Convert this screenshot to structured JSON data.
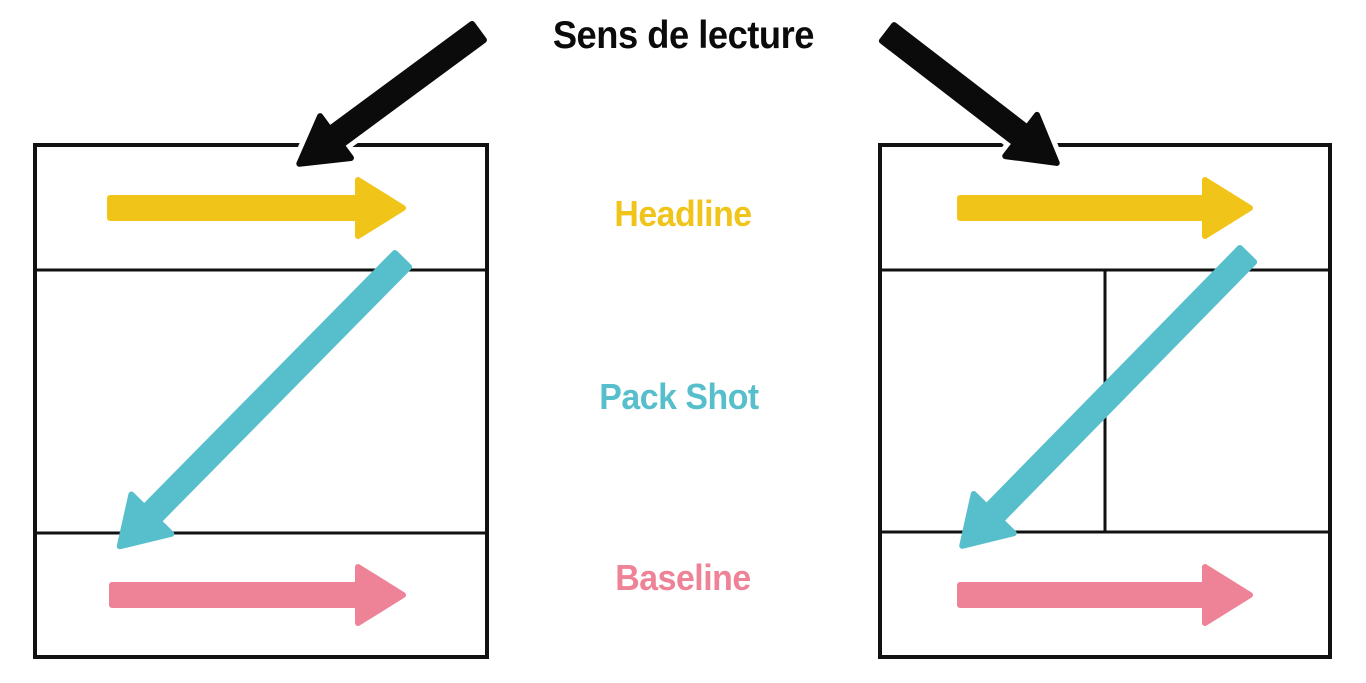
{
  "title": "Sens de lecture",
  "labels": {
    "headline": "Headline",
    "pack_shot": "Pack Shot",
    "baseline": "Baseline"
  },
  "colors": {
    "black": "#0b0b0b",
    "frame": "#111111",
    "yellow": "#f0c419",
    "teal": "#56bfcb",
    "pink": "#ee8296",
    "background": "#ffffff"
  },
  "figure": {
    "left_layout": {
      "sections": [
        "headline",
        "pack-shot",
        "baseline"
      ],
      "middle_columns": 1
    },
    "right_layout": {
      "sections": [
        "headline",
        "pack-shot",
        "baseline"
      ],
      "middle_columns": 2
    },
    "arrows": [
      {
        "name": "pointer-to-left-layout",
        "color_key": "black",
        "direction": "down-left"
      },
      {
        "name": "pointer-to-right-layout",
        "color_key": "black",
        "direction": "down-right"
      },
      {
        "name": "headline-reading-arrow",
        "color_key": "yellow",
        "direction": "left-to-right"
      },
      {
        "name": "pack-shot-reading-arrow",
        "color_key": "teal",
        "direction": "diagonal-down-left"
      },
      {
        "name": "baseline-reading-arrow",
        "color_key": "pink",
        "direction": "left-to-right"
      }
    ]
  }
}
